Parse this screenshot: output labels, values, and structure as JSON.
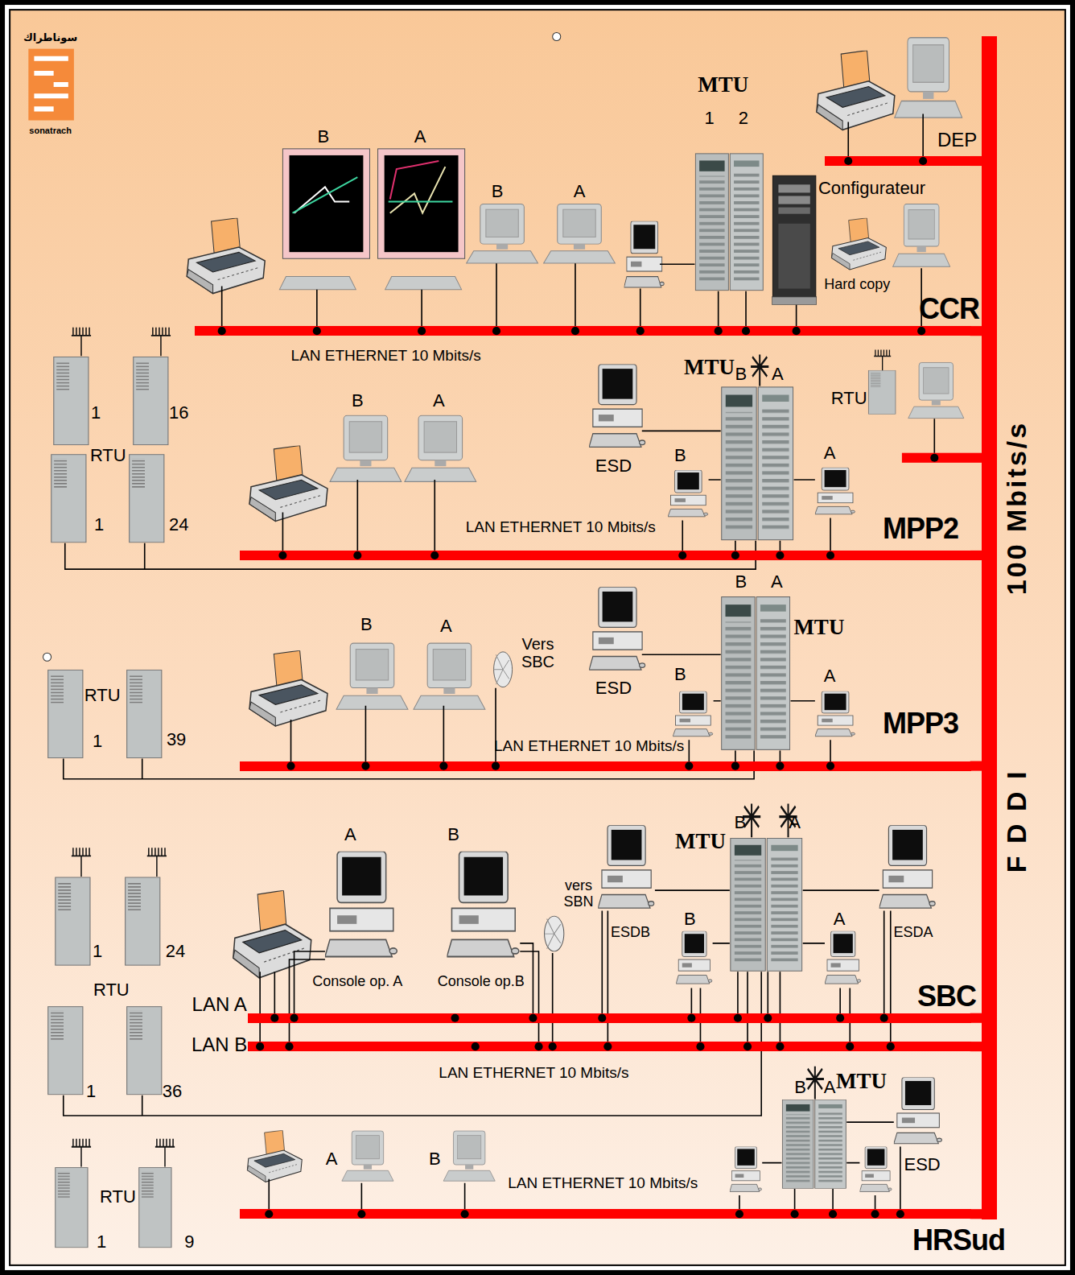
{
  "diagram": {
    "nodes": [
      {
        "text": [
          "DEP"
        ]
      },
      {
        "text": [
          "CCR",
          "LAN ETHERNET 10 Mbits/s"
        ]
      },
      {
        "text": [
          "LAN ETHERNET 10 Mbits/s",
          "MPP2"
        ]
      },
      {
        "text": [
          "LAN ETHERNET 10 Mbits/s",
          "MPP3"
        ]
      },
      {
        "text": [
          "SBC",
          "LAN A"
        ]
      },
      {
        "text": [
          "LAN B",
          "LAN ETHERNET 10 Mbits/s"
        ]
      },
      {
        "text": [
          "LAN ETHERNET 10 Mbits/s",
          "HRSud"
        ]
      },
      {
        "text": [
          "100 Mbits/s",
          "F D D I"
        ]
      }
    ],
    "edges": [
      {
        "from": 0,
        "to": 7,
        "arrow": "none"
      },
      {
        "from": 1,
        "to": 7,
        "arrow": "none"
      },
      {
        "from": 2,
        "to": 7,
        "arrow": "none"
      },
      {
        "from": 3,
        "to": 7,
        "arrow": "none"
      },
      {
        "from": 4,
        "to": 7,
        "arrow": "none"
      },
      {
        "from": 5,
        "to": 7,
        "arrow": "none"
      },
      {
        "from": 6,
        "to": 7,
        "arrow": "none"
      }
    ],
    "labels": [
      "سوناطراك",
      "sonatrach",
      "B",
      "A",
      "MTU",
      "1",
      "2",
      "B",
      "A",
      "Configurateur",
      "Hard copy",
      "1",
      "16",
      "RTU",
      "1",
      "24",
      "B",
      "A",
      "ESD",
      "MTU",
      "B",
      "A",
      "RTU",
      "B",
      "A",
      "RTU",
      "1",
      "39",
      "B",
      "A",
      "Vers SBC",
      "ESD",
      "B",
      "A",
      "MTU",
      "B",
      "A",
      "1",
      "24",
      "RTU",
      "1",
      "36",
      "A",
      "B",
      "Console op. A",
      "Console op.B",
      "vers SBN",
      "ESDB",
      "MTU",
      "B",
      "A",
      "B",
      "A",
      "ESDA",
      "1",
      "9",
      "RTU",
      "A",
      "B",
      "B",
      "A",
      "MTU",
      "ESD"
    ]
  }
}
